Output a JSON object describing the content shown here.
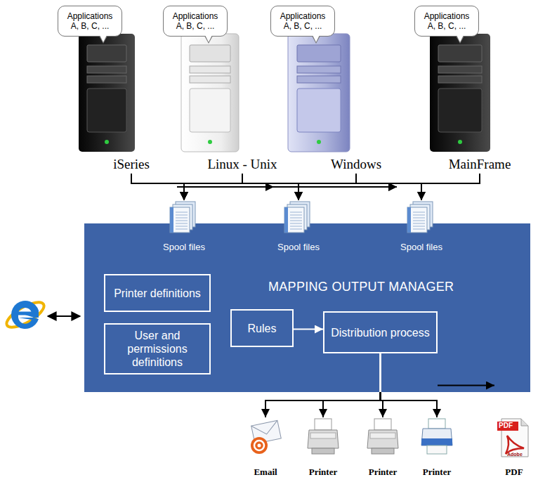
{
  "diagram": {
    "nodes": [
      {
        "text": [
          "Applications A, B, C, ..."
        ]
      },
      {
        "text": [
          "Applications A, B, C, ..."
        ]
      },
      {
        "text": [
          "Applications A, B, C, ..."
        ]
      },
      {
        "text": [
          "Applications A, B, C, ..."
        ]
      },
      {
        "text": [
          "iSeries"
        ]
      },
      {
        "text": [
          "Linux - Unix"
        ]
      },
      {
        "text": [
          "Windows"
        ]
      },
      {
        "text": [
          "MainFrame"
        ]
      },
      {
        "text": [
          "MAPPING OUTPUT MANAGER"
        ]
      },
      {
        "text": [
          "Spool files"
        ],
        "in": 8
      },
      {
        "text": [
          "Spool files"
        ],
        "in": 8
      },
      {
        "text": [
          "Spool files"
        ],
        "in": 8
      },
      {
        "text": [
          "Printer definitions"
        ],
        "in": 8
      },
      {
        "text": [
          "User and permissions definitions"
        ],
        "in": 8
      },
      {
        "text": [
          "Rules"
        ],
        "in": 8
      },
      {
        "text": [
          "Distribution process"
        ],
        "in": 8
      },
      {
        "text": [
          "Email"
        ]
      },
      {
        "text": [
          "Printer"
        ]
      },
      {
        "text": [
          "Printer"
        ]
      },
      {
        "text": [
          "Printer"
        ]
      },
      {
        "text": [
          "PDF"
        ]
      }
    ],
    "edges": [
      {
        "from": 4,
        "to": 9,
        "arrow": "to"
      },
      {
        "from": 4,
        "to": 10,
        "arrow": "to"
      },
      {
        "from": 4,
        "to": 11,
        "arrow": "to"
      },
      {
        "from": 5,
        "to": 9,
        "arrow": "to"
      },
      {
        "from": 5,
        "to": 10,
        "arrow": "to"
      },
      {
        "from": 5,
        "to": 11,
        "arrow": "to"
      },
      {
        "from": 6,
        "to": 9,
        "arrow": "to"
      },
      {
        "from": 6,
        "to": 10,
        "arrow": "to"
      },
      {
        "from": 6,
        "to": 11,
        "arrow": "to"
      },
      {
        "from": 7,
        "to": 9,
        "arrow": "to"
      },
      {
        "from": 7,
        "to": 10,
        "arrow": "to"
      },
      {
        "from": 7,
        "to": 11,
        "arrow": "to"
      },
      {
        "from": 14,
        "to": 15,
        "arrow": "to"
      },
      {
        "from": 15,
        "to": 16,
        "arrow": "to"
      },
      {
        "from": 15,
        "to": 17,
        "arrow": "to"
      },
      {
        "from": 15,
        "to": 18,
        "arrow": "to"
      },
      {
        "from": 15,
        "to": 19,
        "arrow": "to"
      },
      {
        "from": 15,
        "to": 20,
        "arrow": "to"
      }
    ],
    "labels": [
      "PDF",
      "Adobe"
    ]
  }
}
